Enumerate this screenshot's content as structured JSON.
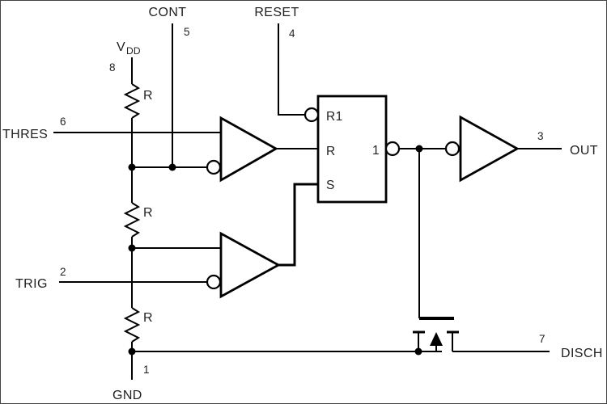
{
  "diagram": {
    "colors": {
      "line_color": "#000000",
      "text_color": "#212121",
      "background": "#ffffff"
    },
    "pins": {
      "vdd": {
        "label": "V",
        "label_sub": "DD",
        "number": "8"
      },
      "cont": {
        "label": "CONT",
        "number": "5"
      },
      "reset": {
        "label": "RESET",
        "number": "4"
      },
      "thres": {
        "label": "THRES",
        "number": "6"
      },
      "trig": {
        "label": "TRIG",
        "number": "2"
      },
      "gnd": {
        "label": "GND",
        "number": "1"
      },
      "out": {
        "label": "OUT",
        "number": "3"
      },
      "disch": {
        "label": "DISCH",
        "number": "7"
      }
    },
    "resistors": {
      "top": "R",
      "middle": "R",
      "bottom": "R"
    },
    "flipflop": {
      "input_r1": "R1",
      "input_r": "R",
      "input_s": "S",
      "output_label": "1"
    }
  }
}
